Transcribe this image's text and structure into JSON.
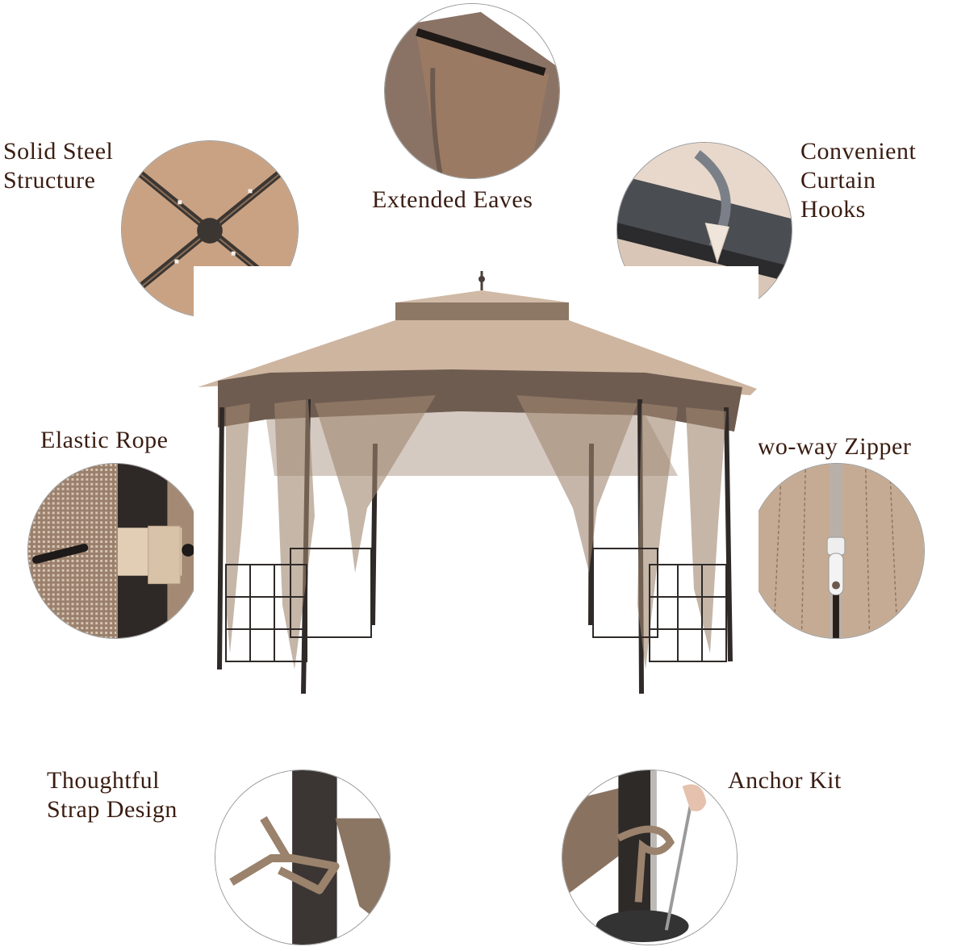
{
  "colors": {
    "label_text": "#3a1d12",
    "canopy_tan": "#cdb5a0",
    "valance_brown": "#7a6558",
    "frame_dark": "#2f2a28",
    "netting_brown": "#a08670",
    "background": "#ffffff"
  },
  "product": {
    "image": "octagonal-gazebo-with-netting-and-double-roof"
  },
  "features": [
    {
      "id": "solid-steel-structure",
      "label": "Solid Steel\nStructure",
      "detail_image": "steel-frame-hub-top-view"
    },
    {
      "id": "extended-eaves",
      "label": "Extended Eaves",
      "detail_image": "canopy-eave-corner"
    },
    {
      "id": "curtain-hooks",
      "label": "Convenient\nCurtain\nHooks",
      "detail_image": "hook-on-frame-bar"
    },
    {
      "id": "elastic-rope",
      "label": "Elastic Rope",
      "detail_image": "netting-tied-to-post"
    },
    {
      "id": "two-way-zipper",
      "label": "Two-way Zipper",
      "detail_image": "zipper-pull-on-fabric"
    },
    {
      "id": "strap-design",
      "label": "Thoughtful\nStrap Design",
      "detail_image": "strap-tied-on-post"
    },
    {
      "id": "anchor-kit",
      "label": "Anchor Kit",
      "detail_image": "post-base-with-stake"
    }
  ]
}
